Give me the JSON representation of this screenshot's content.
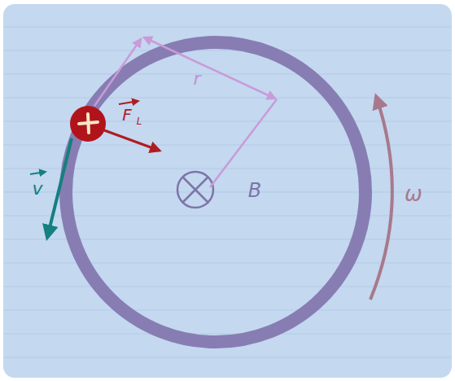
{
  "diagram": {
    "labels": [
      "r",
      "B",
      "ω",
      "v",
      "F",
      "L"
    ]
  }
}
